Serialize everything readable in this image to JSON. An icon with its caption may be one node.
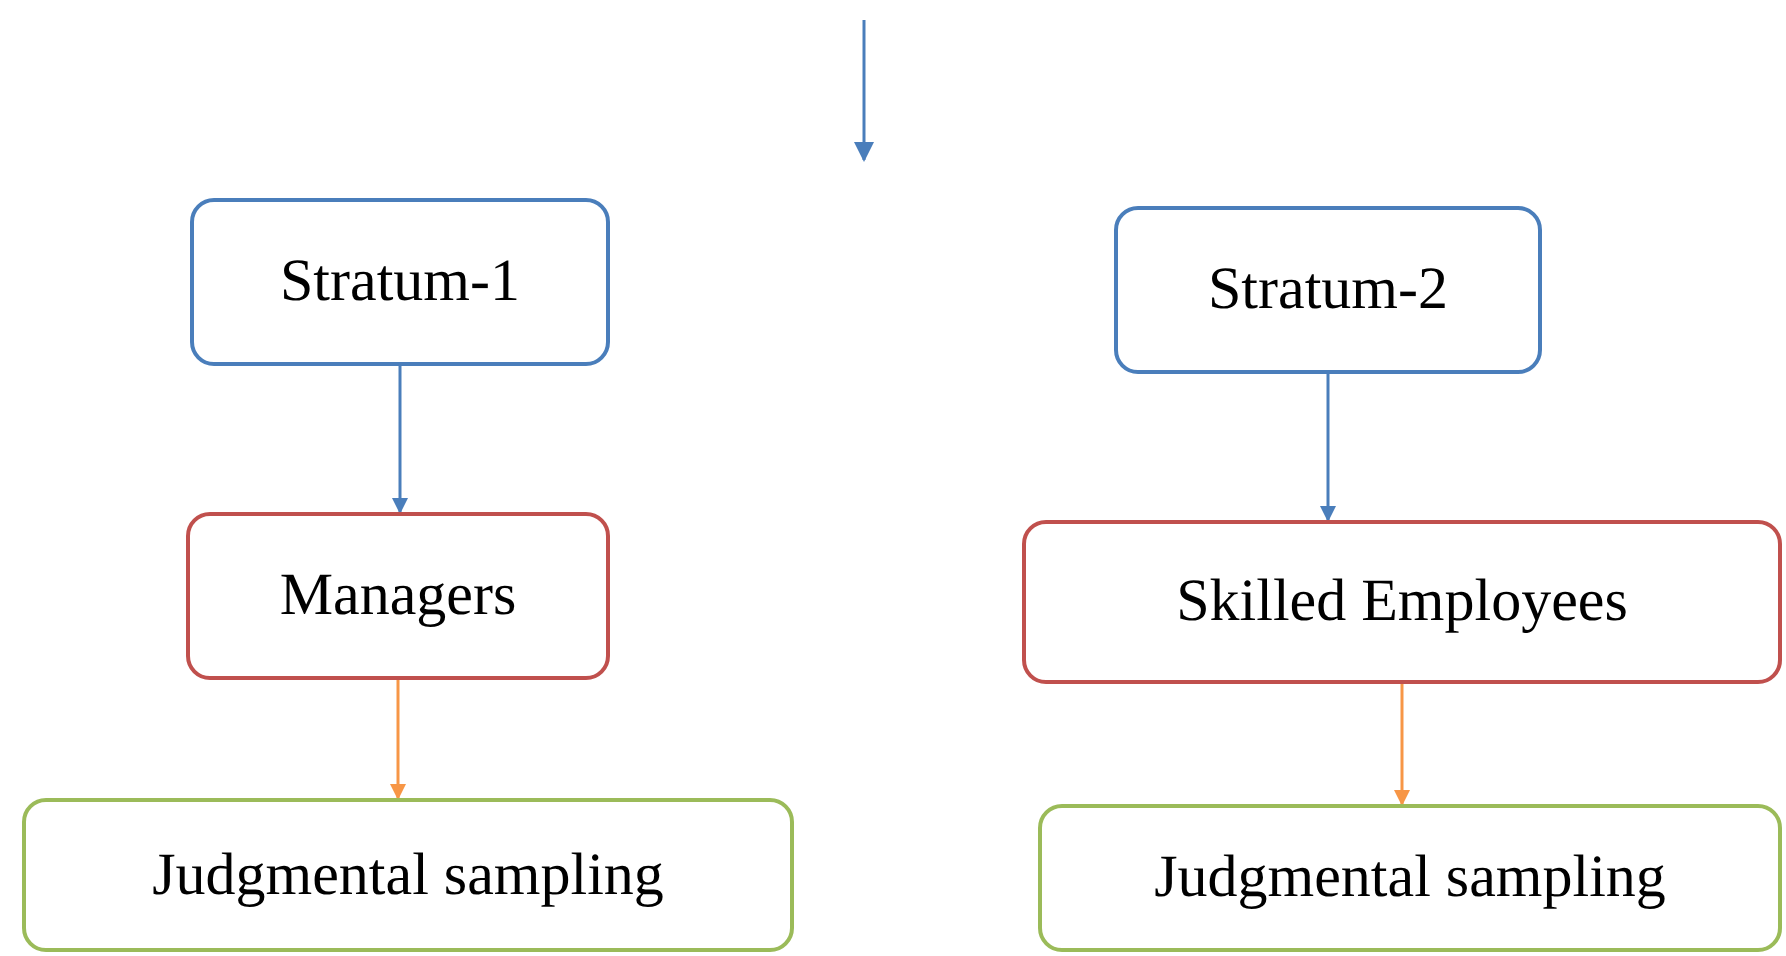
{
  "diagram": {
    "nodes": [
      {
        "text": [
          "Stratum-1"
        ]
      },
      {
        "text": [
          "Stratum-2"
        ]
      },
      {
        "text": [
          "Managers"
        ]
      },
      {
        "text": [
          "Skilled Employees"
        ]
      },
      {
        "text": [
          "Judgmental sampling"
        ]
      },
      {
        "text": [
          "Judgmental sampling"
        ]
      }
    ],
    "edges": [
      {
        "from": 0,
        "to": 2,
        "arrow": "to",
        "color": "#4a7ebb"
      },
      {
        "from": 2,
        "to": 4,
        "arrow": "to",
        "color": "#f79646"
      },
      {
        "from": 1,
        "to": 3,
        "arrow": "to",
        "color": "#4a7ebb"
      },
      {
        "from": 3,
        "to": 5,
        "arrow": "to",
        "color": "#f79646"
      }
    ]
  }
}
